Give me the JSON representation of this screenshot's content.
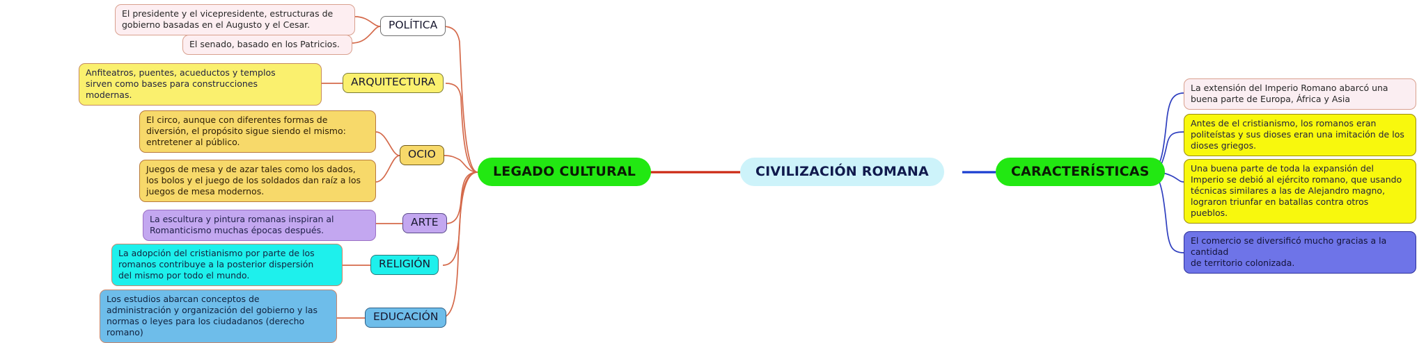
{
  "diagram": {
    "title": "CIVILIZACIÓN ROMANA",
    "type": "mind-map",
    "background": "#ffffff"
  },
  "colors": {
    "root_fill": "#cdf3fa",
    "branch_fill": "#22e812",
    "left_link": "#d4694a",
    "right_link": "#2f3fbf",
    "center_left_link": "#cc2a14",
    "center_right_link": "#1b3fd1"
  },
  "center": {
    "root": {
      "label": "CIVILIZACIÓN ROMANA",
      "fill": "#cdf3fa"
    },
    "left_branch": {
      "label": "LEGADO CULTURAL",
      "fill": "#22e812"
    },
    "right_branch": {
      "label": "CARACTERÍSTICAS",
      "fill": "#22e812"
    }
  },
  "left": {
    "categories": [
      {
        "label": "POLÍTICA",
        "fill": "#ffffff"
      },
      {
        "label": "ARQUITECTURA",
        "fill": "#faf06e"
      },
      {
        "label": "OCIO",
        "fill": "#f7d96a"
      },
      {
        "label": "ARTE",
        "fill": "#c3a7f0"
      },
      {
        "label": "RELIGIÓN",
        "fill": "#1ef0ec"
      },
      {
        "label": "EDUCACIÓN",
        "fill": "#6ebdea"
      }
    ],
    "details": [
      {
        "text": "El presidente y el vicepresidente, estructuras de\ngobierno basadas en el Augusto y el Cesar.",
        "fill": "#fdeef1",
        "parent": "POLÍTICA"
      },
      {
        "text": "El senado, basado en los Patricios.",
        "fill": "#fdeef1",
        "parent": "POLÍTICA"
      },
      {
        "text": "Anfiteatros, puentes, acueductos y templos\nsirven como bases para construcciones\nmodernas.",
        "fill": "#faf06e",
        "parent": "ARQUITECTURA"
      },
      {
        "text": "El circo, aunque con diferentes formas de\ndiversión, el propósito sigue siendo el mismo:\nentretener al público.",
        "fill": "#f7d96a",
        "parent": "OCIO"
      },
      {
        "text": "Juegos de mesa y de azar tales como los dados,\nlos bolos y el juego de los soldados dan raíz a los\njuegos de mesa modernos.",
        "fill": "#f7d96a",
        "parent": "OCIO"
      },
      {
        "text": "La escultura y pintura romanas inspiran al\nRomanticismo muchas épocas después.",
        "fill": "#c3a7f0",
        "parent": "ARTE"
      },
      {
        "text": "La adopción del cristianismo por parte de los\nromanos contribuye a la posterior dispersión\ndel mismo por todo el mundo.",
        "fill": "#1ef0ec",
        "parent": "RELIGIÓN"
      },
      {
        "text": "Los estudios abarcan conceptos de\nadministración y organización del gobierno y las\nnormas o leyes para los ciudadanos (derecho\nromano)",
        "fill": "#6ebdea",
        "parent": "EDUCACIÓN"
      }
    ]
  },
  "right": {
    "details": [
      {
        "text": "La extensión del Imperio Romano abarcó una\nbuena parte de Europa, África y Asia",
        "fill": "#fbeef2"
      },
      {
        "text": "Antes de el cristianismo, los romanos eran\npoliteístas y sus dioses eran una imitación de los\ndioses griegos.",
        "fill": "#f8f80d"
      },
      {
        "text": "Una buena parte de toda la expansión del\nImperio se debió al ejército romano, que usando\ntécnicas similares a las de Alejandro magno,\nlograron triunfar en batallas contra otros\npueblos.",
        "fill": "#f8f80d"
      },
      {
        "text": "El comercio se diversificó mucho gracias a la\ncantidad\nde territorio colonizada.",
        "fill": "#6e74e8"
      }
    ]
  }
}
